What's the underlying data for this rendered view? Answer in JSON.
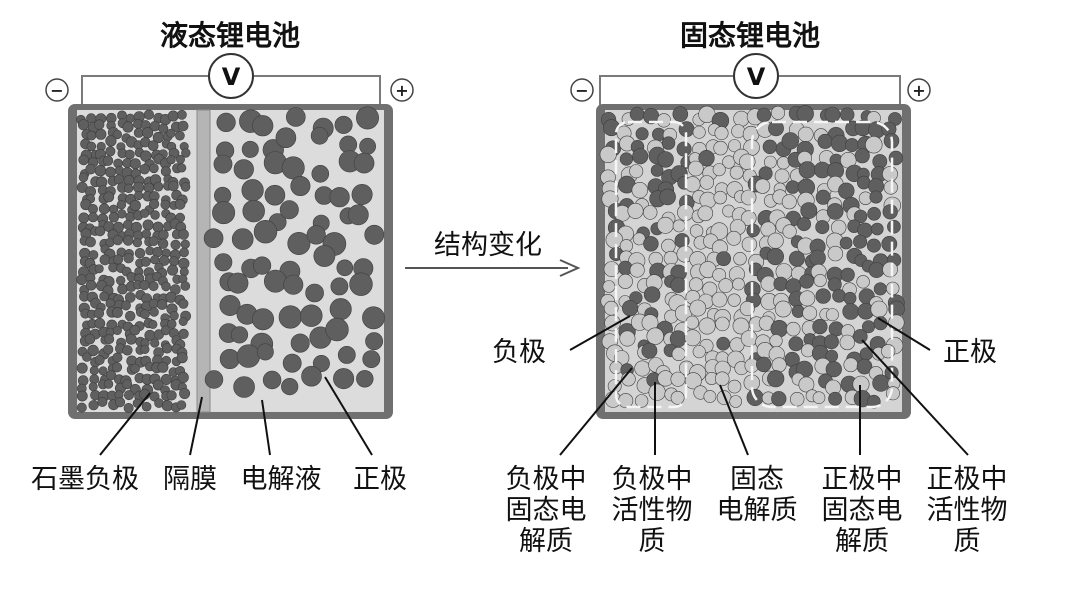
{
  "liquid_battery": {
    "title": "液态锂电池",
    "voltmeter_symbol": "V",
    "negative_symbol": "−",
    "positive_symbol": "+",
    "labels": {
      "graphite_anode": "石墨负极",
      "separator": "隔膜",
      "electrolyte": "电解液",
      "cathode": "正极"
    }
  },
  "transition": {
    "label": "结构变化"
  },
  "solid_battery": {
    "title": "固态锂电池",
    "voltmeter_symbol": "V",
    "negative_symbol": "−",
    "positive_symbol": "+",
    "labels": {
      "anode": "负极",
      "cathode": "正极",
      "anode_solid_electrolyte": [
        "负极中",
        "固态电",
        "解质"
      ],
      "anode_active_material": [
        "负极中",
        "活性物",
        "质"
      ],
      "solid_electrolyte": [
        "固态",
        "电解质"
      ],
      "cathode_solid_electrolyte": [
        "正极中",
        "固态电",
        "解质"
      ],
      "cathode_active_material": [
        "正极中",
        "活性物",
        "质"
      ]
    }
  },
  "colors": {
    "dark_particle": "#5f5f5f",
    "light_particle": "#c9c9c9",
    "cell_frame": "#707070",
    "cell_fill": "#d9d9d9",
    "separator": "#b5b5b5",
    "text": "#111111"
  }
}
